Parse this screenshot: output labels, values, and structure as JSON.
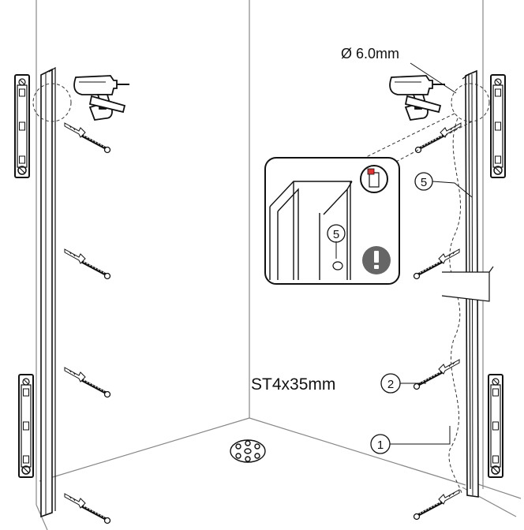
{
  "drill_diameter": "Ø 6.0mm",
  "screw_spec": "ST4x35mm",
  "callouts": {
    "profile": "1",
    "screw": "2",
    "detail": "5"
  },
  "icons": {
    "drill": "power-drill-icon",
    "spirit_level": "spirit-level-icon",
    "wall_plug": "wall-plug-icon",
    "screw": "screw-icon",
    "warning": "exclamation-icon",
    "drain": "floor-drain-icon"
  }
}
